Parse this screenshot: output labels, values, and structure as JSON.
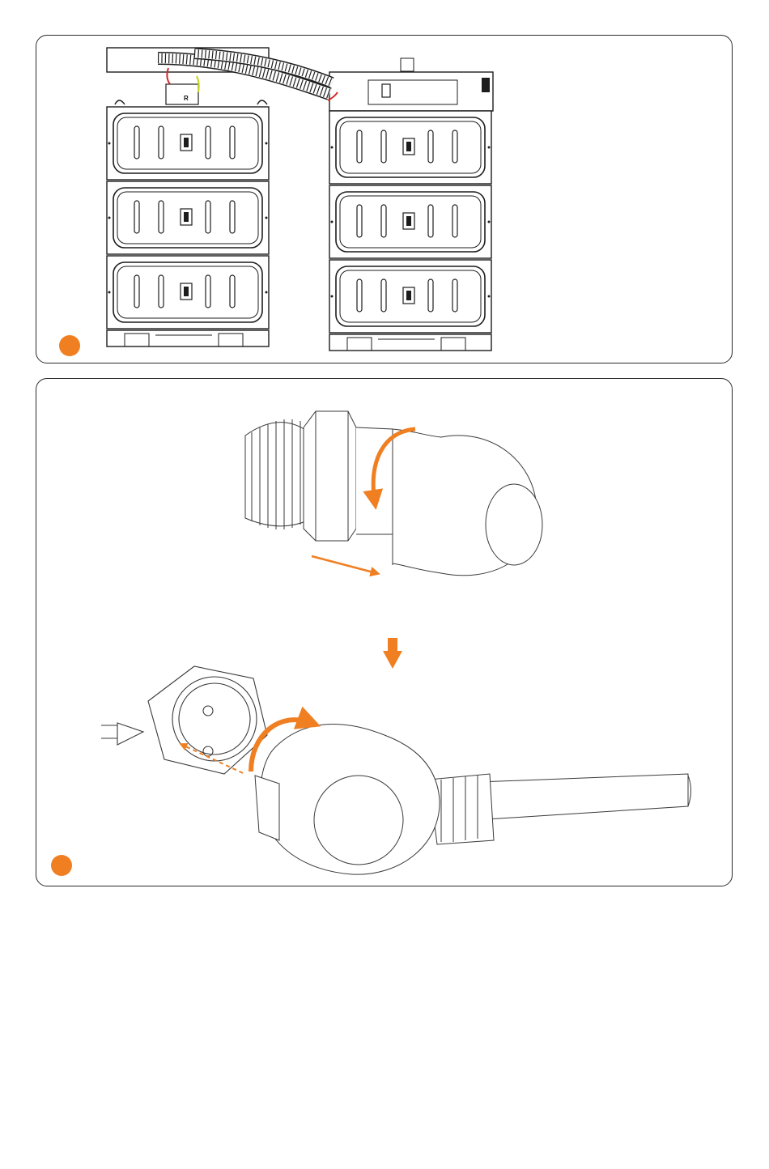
{
  "colors": {
    "accent": "#f07f22",
    "line": "#1d1d1d",
    "red_wire": "#d62525",
    "yellow_wire": "#c6d21e"
  },
  "panel1": {
    "step_marker_color": "#f07f22",
    "left_stack": {
      "modules": 3,
      "top_unit_label": "R"
    },
    "right_stack": {
      "modules": 3
    }
  },
  "panel2": {
    "step_marker_color": "#f07f22",
    "arrows": [
      "rotate-counterclockwise",
      "pull-out",
      "down",
      "rotate-clockwise",
      "align-latch"
    ]
  }
}
